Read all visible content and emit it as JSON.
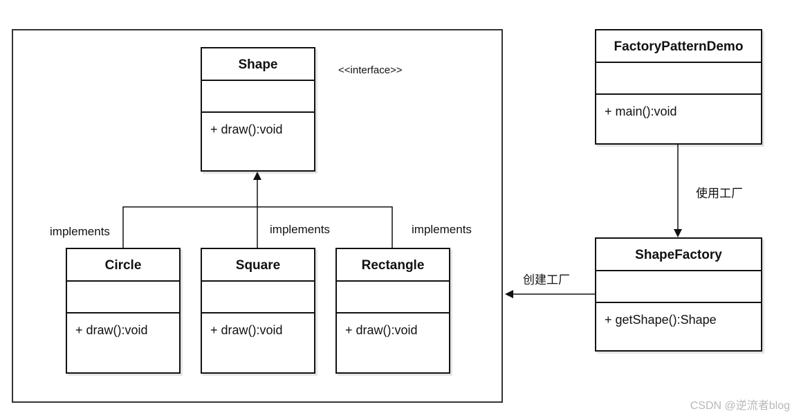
{
  "shape": {
    "name": "Shape",
    "stereotype": "<<interface>>",
    "op": "+ draw():void"
  },
  "circle": {
    "name": "Circle",
    "op": "+ draw():void",
    "relation": "implements"
  },
  "square": {
    "name": "Square",
    "op": "+ draw():void",
    "relation": "implements"
  },
  "rectangle": {
    "name": "Rectangle",
    "op": "+ draw():void",
    "relation": "implements"
  },
  "demo": {
    "name": "FactoryPatternDemo",
    "op": "+ main():void"
  },
  "factory": {
    "name": "ShapeFactory",
    "op": "+ getShape():Shape"
  },
  "edges": {
    "uses_factory": "使用工厂",
    "creates_via_factory": "创建工厂"
  },
  "watermark": "CSDN @逆流者blog",
  "colors": {
    "line": "#111111",
    "watermark": "#b8b8b8"
  }
}
